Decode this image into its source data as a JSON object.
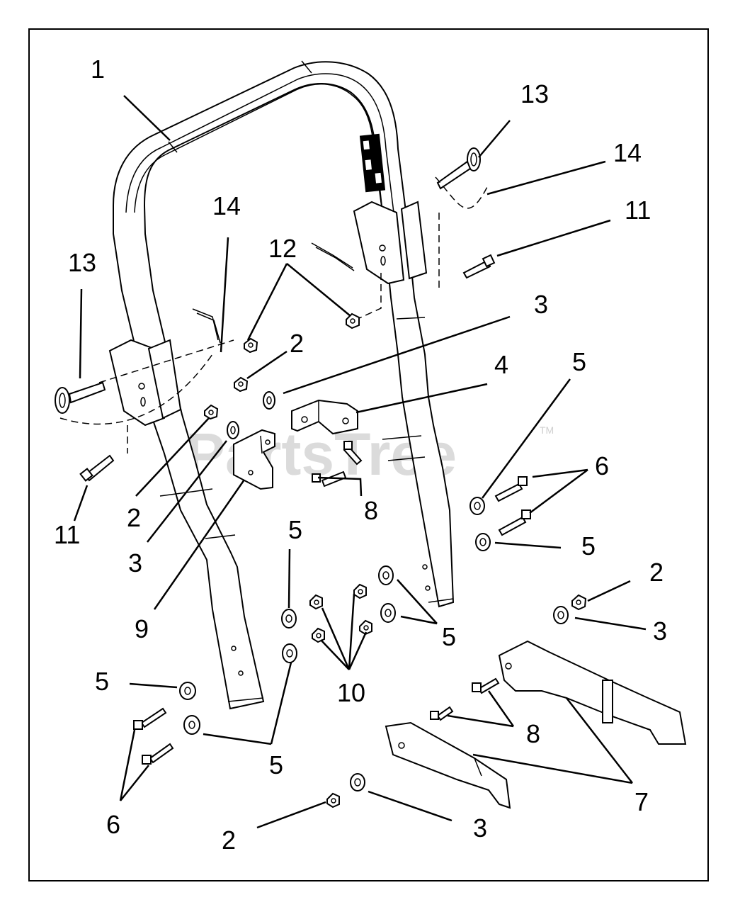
{
  "watermark": {
    "text": "PartsTree",
    "mark": "TM"
  },
  "callouts": [
    {
      "id": "c1",
      "text": "1"
    },
    {
      "id": "c13a",
      "text": "13"
    },
    {
      "id": "c14a",
      "text": "14"
    },
    {
      "id": "c11a",
      "text": "11"
    },
    {
      "id": "c13b",
      "text": "13"
    },
    {
      "id": "c14b",
      "text": "14"
    },
    {
      "id": "c12",
      "text": "12"
    },
    {
      "id": "c2a",
      "text": "2"
    },
    {
      "id": "c3a",
      "text": "3"
    },
    {
      "id": "c4",
      "text": "4"
    },
    {
      "id": "c5a",
      "text": "5"
    },
    {
      "id": "c6a",
      "text": "6"
    },
    {
      "id": "c11b",
      "text": "11"
    },
    {
      "id": "c2b",
      "text": "2"
    },
    {
      "id": "c3b",
      "text": "3"
    },
    {
      "id": "c8a",
      "text": "8"
    },
    {
      "id": "c9",
      "text": "9"
    },
    {
      "id": "c5b",
      "text": "5"
    },
    {
      "id": "c5c",
      "text": "5"
    },
    {
      "id": "c2c",
      "text": "2"
    },
    {
      "id": "c3c",
      "text": "3"
    },
    {
      "id": "c5d",
      "text": "5"
    },
    {
      "id": "c10",
      "text": "10"
    },
    {
      "id": "c5e",
      "text": "5"
    },
    {
      "id": "c5f",
      "text": "5"
    },
    {
      "id": "c8b",
      "text": "8"
    },
    {
      "id": "c6b",
      "text": "6"
    },
    {
      "id": "c7",
      "text": "7"
    },
    {
      "id": "c2d",
      "text": "2"
    },
    {
      "id": "c3d",
      "text": "3"
    }
  ]
}
